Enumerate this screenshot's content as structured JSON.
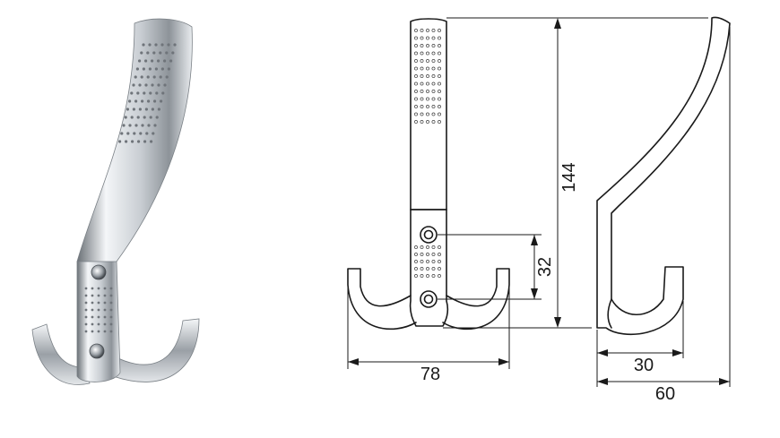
{
  "dimensions": {
    "height": "144",
    "hole_spacing": "32",
    "width_front": "78",
    "projection_hook": "30",
    "projection_total": "60"
  },
  "colors": {
    "line": "#1a1a1a",
    "chrome_light": "#f2f4f6",
    "chrome_mid": "#b9bec4",
    "chrome_dark": "#5c6167",
    "dot": "#6f747a"
  },
  "icons": {
    "photo": "chrome-double-hook-photo",
    "front": "front-view-drawing",
    "side": "side-view-drawing"
  }
}
